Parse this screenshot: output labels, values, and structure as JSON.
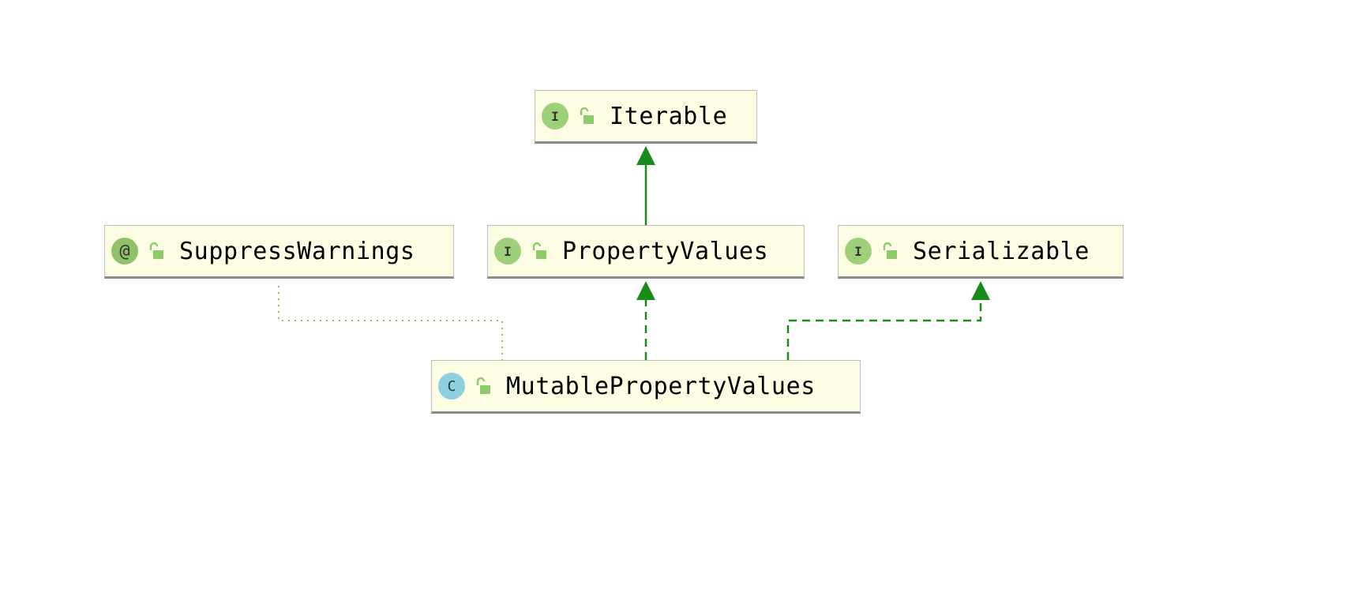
{
  "diagram": {
    "nodes": {
      "iterable": {
        "kind_glyph": "I",
        "kind": "interface",
        "label": "Iterable",
        "visibility_icon": "unlocked-public-icon"
      },
      "property_values": {
        "kind_glyph": "I",
        "kind": "interface",
        "label": "PropertyValues",
        "visibility_icon": "unlocked-public-icon"
      },
      "suppress_warnings": {
        "kind_glyph": "@",
        "kind": "annotation",
        "label": "SuppressWarnings",
        "visibility_icon": "unlocked-public-icon"
      },
      "serializable": {
        "kind_glyph": "I",
        "kind": "interface",
        "label": "Serializable",
        "visibility_icon": "unlocked-public-icon"
      },
      "mutable_property_values": {
        "kind_glyph": "C",
        "kind": "class",
        "label": "MutablePropertyValues",
        "visibility_icon": "unlocked-public-icon"
      }
    },
    "edges": [
      {
        "from": "property_values",
        "to": "iterable",
        "type": "extends",
        "style": "solid"
      },
      {
        "from": "mutable_property_values",
        "to": "property_values",
        "type": "implements",
        "style": "dashed"
      },
      {
        "from": "mutable_property_values",
        "to": "serializable",
        "type": "implements",
        "style": "dashed"
      },
      {
        "from": "mutable_property_values",
        "to": "suppress_warnings",
        "type": "annotated-by",
        "style": "dotted"
      }
    ],
    "colors": {
      "node_fill": "#fdfde3",
      "node_border": "#bdbdbd",
      "edge_green": "#1a8a1a",
      "annotation_edge": "#9bb13a",
      "interface_badge": "#9ed07a",
      "annotation_badge": "#8fc26a",
      "class_badge": "#8ccfe1",
      "lock_icon": "#8fca6a"
    }
  }
}
